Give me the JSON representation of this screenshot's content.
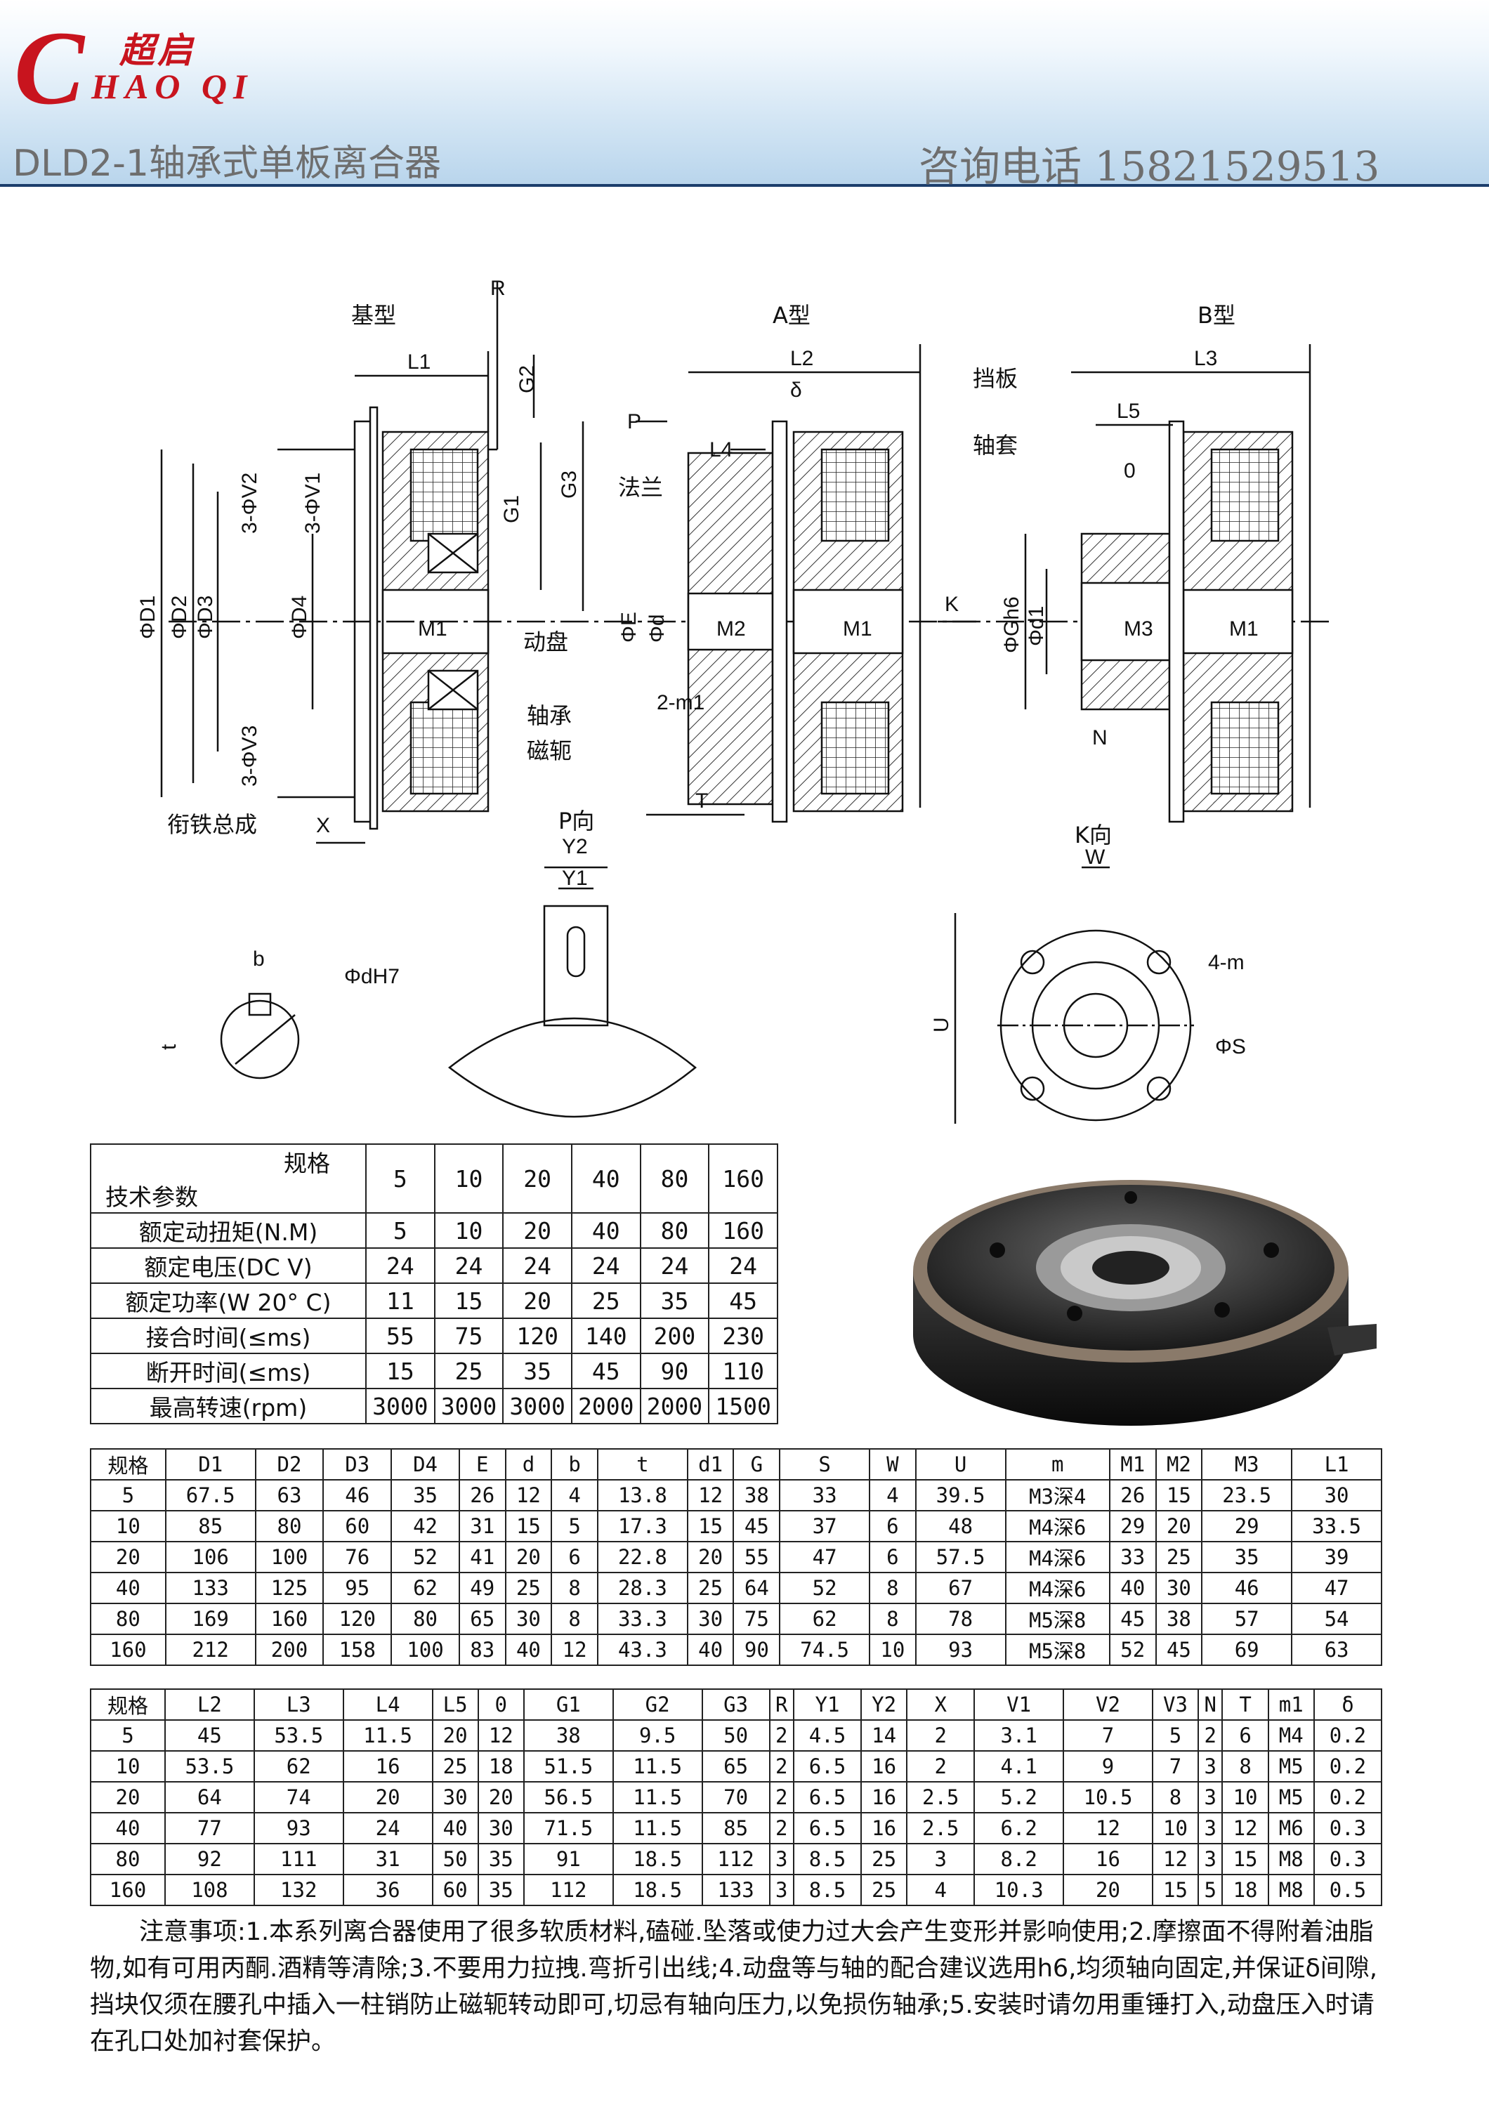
{
  "header": {
    "logo_letter": "C",
    "logo_cn": "超启",
    "logo_en": "HAO QI",
    "title": "DLD2-1轴承式单板离合器",
    "phone": "咨询电话 15821529513"
  },
  "drawing": {
    "view_base": "基型",
    "view_a": "A型",
    "view_b": "B型",
    "view_p": "P向",
    "view_k": "K向",
    "labels": {
      "R": "R",
      "L1": "L1",
      "L2": "L2",
      "L3": "L3",
      "L4": "L4",
      "L5": "L5",
      "G1": "G1",
      "G2": "G2",
      "G3": "G3",
      "D1": "ΦD1",
      "D2": "ΦD2",
      "D3": "ΦD3",
      "D4": "ΦD4",
      "V1": "3-ΦV1",
      "V2": "3-ΦV2",
      "V3": "3-ΦV3",
      "M1": "M1",
      "M2": "M2",
      "M3": "M3",
      "E": "ΦE",
      "d": "Φd",
      "Gh6": "ΦGh6",
      "d1": "Φd1",
      "P": "P",
      "K": "K",
      "X": "X",
      "T": "T",
      "N": "N",
      "O": "0",
      "m1": "2-m1",
      "delta": "δ",
      "dongpan": "动盘",
      "zhoucheng": "轴承",
      "cie": "磁轭",
      "xiantie": "衔铁总成",
      "falan": "法兰",
      "dangban": "挡板",
      "zhoutao": "轴套",
      "b": "b",
      "t": "t",
      "dH7": "ΦdH7",
      "Y1": "Y1",
      "Y2": "Y2",
      "U": "U",
      "W": "W",
      "4m": "4-m",
      "S": "ΦS"
    }
  },
  "spec_table": {
    "corner_top": "规格",
    "corner_bottom": "技术参数",
    "sizes": [
      "5",
      "10",
      "20",
      "40",
      "80",
      "160"
    ],
    "rows": [
      {
        "label": "额定动扭矩(N.M)",
        "values": [
          "5",
          "10",
          "20",
          "40",
          "80",
          "160"
        ]
      },
      {
        "label": "额定电压(DC V)",
        "values": [
          "24",
          "24",
          "24",
          "24",
          "24",
          "24"
        ]
      },
      {
        "label": "额定功率(W 20° C)",
        "values": [
          "11",
          "15",
          "20",
          "25",
          "35",
          "45"
        ]
      },
      {
        "label": "接合时间(≤ms)",
        "values": [
          "55",
          "75",
          "120",
          "140",
          "200",
          "230"
        ]
      },
      {
        "label": "断开时间(≤ms)",
        "values": [
          "15",
          "25",
          "35",
          "45",
          "90",
          "110"
        ]
      },
      {
        "label": "最高转速(rpm)",
        "values": [
          "3000",
          "3000",
          "3000",
          "2000",
          "2000",
          "1500"
        ]
      }
    ]
  },
  "dim_table_1": {
    "headers": [
      "规格",
      "D1",
      "D2",
      "D3",
      "D4",
      "E",
      "d",
      "b",
      "t",
      "d1",
      "G",
      "S",
      "W",
      "U",
      "m",
      "M1",
      "M2",
      "M3",
      "L1"
    ],
    "rows": [
      [
        "5",
        "67.5",
        "63",
        "46",
        "35",
        "26",
        "12",
        "4",
        "13.8",
        "12",
        "38",
        "33",
        "4",
        "39.5",
        "M3深4",
        "26",
        "15",
        "23.5",
        "30"
      ],
      [
        "10",
        "85",
        "80",
        "60",
        "42",
        "31",
        "15",
        "5",
        "17.3",
        "15",
        "45",
        "37",
        "6",
        "48",
        "M4深6",
        "29",
        "20",
        "29",
        "33.5"
      ],
      [
        "20",
        "106",
        "100",
        "76",
        "52",
        "41",
        "20",
        "6",
        "22.8",
        "20",
        "55",
        "47",
        "6",
        "57.5",
        "M4深6",
        "33",
        "25",
        "35",
        "39"
      ],
      [
        "40",
        "133",
        "125",
        "95",
        "62",
        "49",
        "25",
        "8",
        "28.3",
        "25",
        "64",
        "52",
        "8",
        "67",
        "M4深6",
        "40",
        "30",
        "46",
        "47"
      ],
      [
        "80",
        "169",
        "160",
        "120",
        "80",
        "65",
        "30",
        "8",
        "33.3",
        "30",
        "75",
        "62",
        "8",
        "78",
        "M5深8",
        "45",
        "38",
        "57",
        "54"
      ],
      [
        "160",
        "212",
        "200",
        "158",
        "100",
        "83",
        "40",
        "12",
        "43.3",
        "40",
        "90",
        "74.5",
        "10",
        "93",
        "M5深8",
        "52",
        "45",
        "69",
        "63"
      ]
    ]
  },
  "dim_table_2": {
    "headers": [
      "规格",
      "L2",
      "L3",
      "L4",
      "L5",
      "0",
      "G1",
      "G2",
      "G3",
      "R",
      "Y1",
      "Y2",
      "X",
      "V1",
      "V2",
      "V3",
      "N",
      "T",
      "m1",
      "δ"
    ],
    "rows": [
      [
        "5",
        "45",
        "53.5",
        "11.5",
        "20",
        "12",
        "38",
        "9.5",
        "50",
        "2",
        "4.5",
        "14",
        "2",
        "3.1",
        "7",
        "5",
        "2",
        "6",
        "M4",
        "0.2"
      ],
      [
        "10",
        "53.5",
        "62",
        "16",
        "25",
        "18",
        "51.5",
        "11.5",
        "65",
        "2",
        "6.5",
        "16",
        "2",
        "4.1",
        "9",
        "7",
        "3",
        "8",
        "M5",
        "0.2"
      ],
      [
        "20",
        "64",
        "74",
        "20",
        "30",
        "20",
        "56.5",
        "11.5",
        "70",
        "2",
        "6.5",
        "16",
        "2.5",
        "5.2",
        "10.5",
        "8",
        "3",
        "10",
        "M5",
        "0.2"
      ],
      [
        "40",
        "77",
        "93",
        "24",
        "40",
        "30",
        "71.5",
        "11.5",
        "85",
        "2",
        "6.5",
        "16",
        "2.5",
        "6.2",
        "12",
        "10",
        "3",
        "12",
        "M6",
        "0.3"
      ],
      [
        "80",
        "92",
        "111",
        "31",
        "50",
        "35",
        "91",
        "18.5",
        "112",
        "3",
        "8.5",
        "25",
        "3",
        "8.2",
        "16",
        "12",
        "3",
        "15",
        "M8",
        "0.3"
      ],
      [
        "160",
        "108",
        "132",
        "36",
        "60",
        "35",
        "112",
        "18.5",
        "133",
        "3",
        "8.5",
        "25",
        "4",
        "10.3",
        "20",
        "15",
        "5",
        "18",
        "M8",
        "0.5"
      ]
    ]
  },
  "notes": "注意事项:1.本系列离合器使用了很多软质材料,磕碰.坠落或使力过大会产生变形并影响使用;2.摩擦面不得附着油脂物,如有可用丙酮.酒精等清除;3.不要用力拉拽.弯折引出线;4.动盘等与轴的配合建议选用h6,均须轴向固定,并保证δ间隙,挡块仅须在腰孔中插入一柱销防止磁轭转动即可,切忌有轴向压力,以免损伤轴承;5.安装时请勿用重锤打入,动盘压入时请在孔口处加衬套保护。",
  "colors": {
    "logo_red": "#c8141e",
    "header_blue": "#b9d5ec",
    "header_line": "#1c3e6c",
    "text_gray": "#6e6e6e"
  }
}
